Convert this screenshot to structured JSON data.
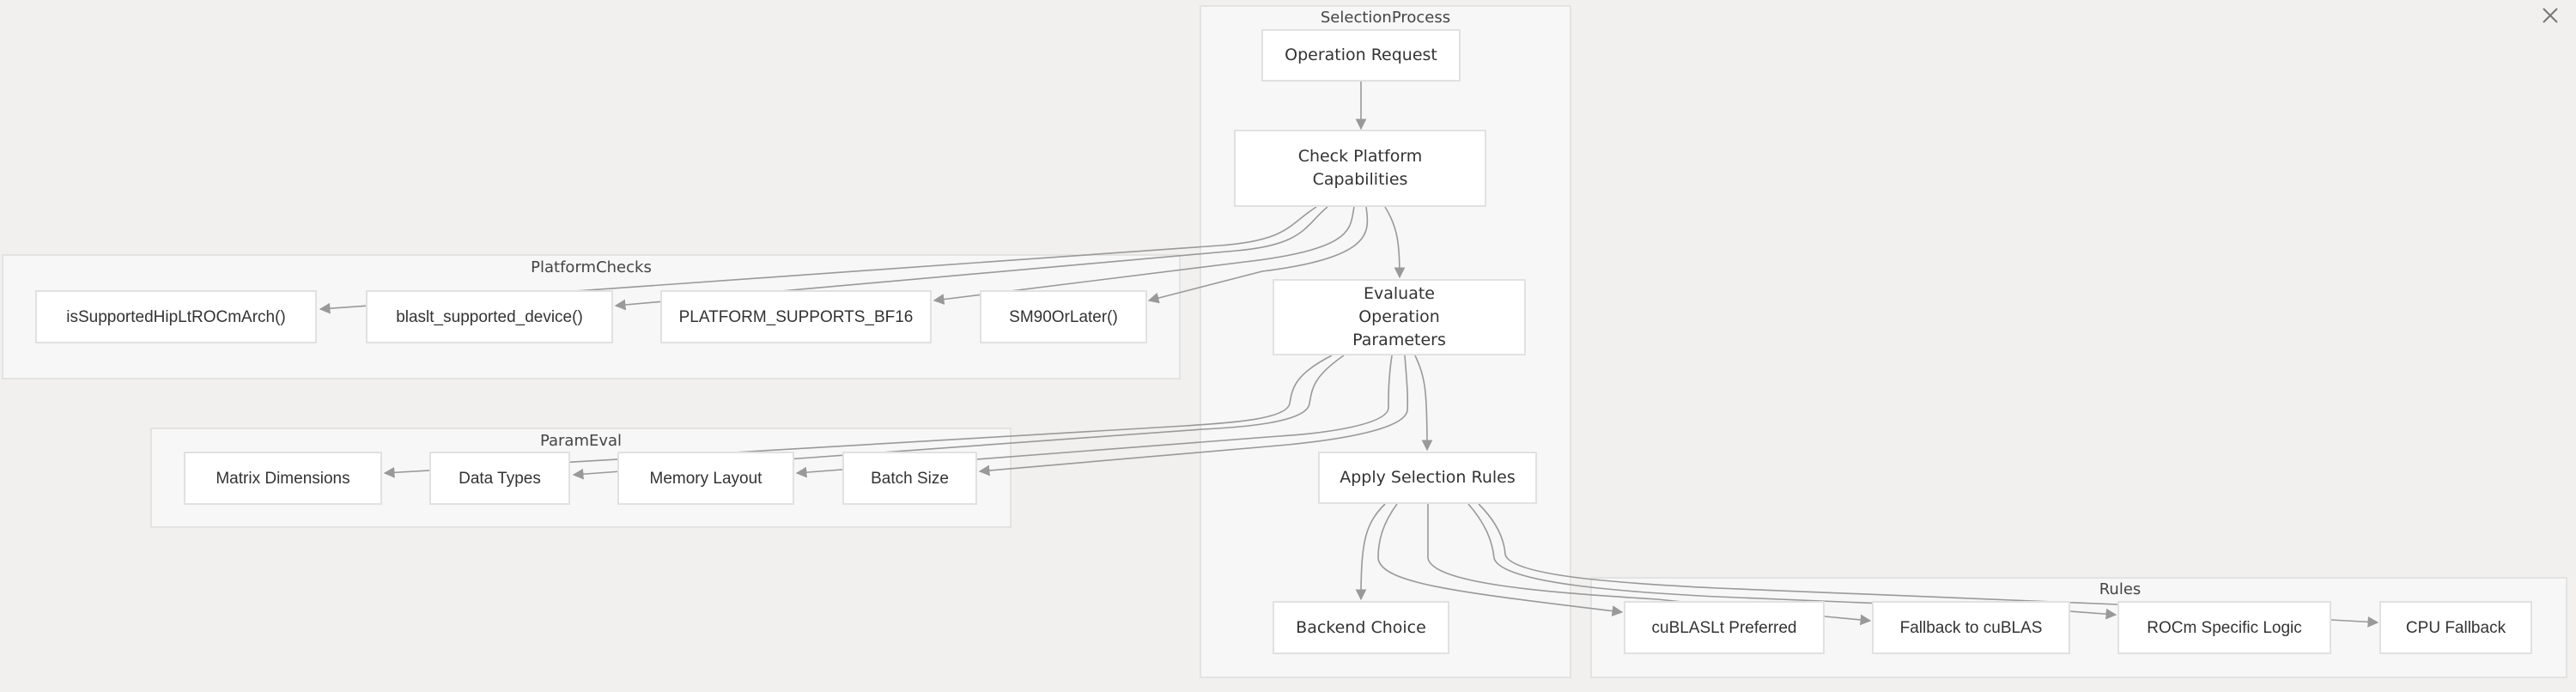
{
  "clusters": {
    "selection": "SelectionProcess",
    "platform": "PlatformChecks",
    "param": "ParamEval",
    "rules": "Rules"
  },
  "nodes": {
    "operation_request": "Operation Request",
    "check_platform": "Check Platform Capabilities",
    "evaluate_params": "Evaluate Operation Parameters",
    "apply_rules": "Apply Selection Rules",
    "backend_choice": "Backend Choice",
    "is_supported_hip": "isSupportedHipLtROCmArch()",
    "blaslt_supported": "blaslt_supported_device()",
    "platform_bf16": "PLATFORM_SUPPORTS_BF16",
    "sm90": "SM90OrLater()",
    "matrix_dims": "Matrix Dimensions",
    "data_types": "Data Types",
    "memory_layout": "Memory Layout",
    "batch_size": "Batch Size",
    "cublaslt_preferred": "cuBLASLt Preferred",
    "fallback_cublas": "Fallback to cuBLAS",
    "rocm_logic": "ROCm Specific Logic",
    "cpu_fallback": "CPU Fallback"
  },
  "edges": [
    [
      "operation_request",
      "check_platform"
    ],
    [
      "check_platform",
      "is_supported_hip"
    ],
    [
      "check_platform",
      "blaslt_supported"
    ],
    [
      "check_platform",
      "platform_bf16"
    ],
    [
      "check_platform",
      "sm90"
    ],
    [
      "check_platform",
      "evaluate_params"
    ],
    [
      "evaluate_params",
      "matrix_dims"
    ],
    [
      "evaluate_params",
      "data_types"
    ],
    [
      "evaluate_params",
      "memory_layout"
    ],
    [
      "evaluate_params",
      "batch_size"
    ],
    [
      "evaluate_params",
      "apply_rules"
    ],
    [
      "apply_rules",
      "backend_choice"
    ],
    [
      "apply_rules",
      "cublaslt_preferred"
    ],
    [
      "apply_rules",
      "fallback_cublas"
    ],
    [
      "apply_rules",
      "rocm_logic"
    ],
    [
      "apply_rules",
      "cpu_fallback"
    ]
  ],
  "window": {
    "close_icon": "close-icon"
  }
}
